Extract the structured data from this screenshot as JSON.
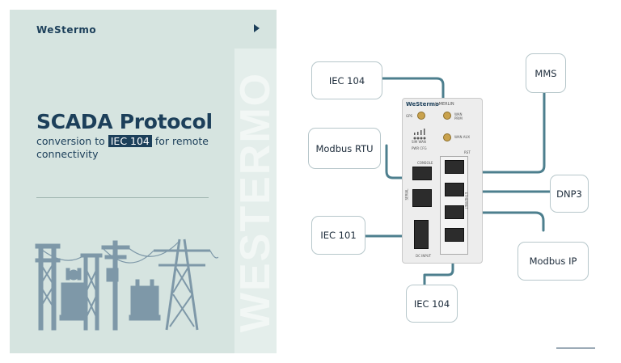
{
  "left_panel": {
    "logo": "WeStermo",
    "watermark": "WESTERMO",
    "title": "SCADA Protocol",
    "subtitle_before": "conversion to ",
    "subtitle_highlight": "IEC 104",
    "subtitle_after": " for remote connectivity"
  },
  "device": {
    "brand": "WeStermo",
    "model": "|•MERLIN",
    "labels": {
      "gps": "GPS",
      "wan_prim": "WAN PRIM",
      "wan_aux": "WAN AUX",
      "sim_wan": "SIM WAN",
      "pwr_cfg": "PWR CFG",
      "rst": "RST",
      "console": "CONSOLE",
      "serial": "SERIAL",
      "ethernet": "ETHERNET",
      "dc_input": "DC INPUT"
    }
  },
  "labels": {
    "iec104_top": "IEC 104",
    "mms": "MMS",
    "modbus_rtu": "Modbus RTU",
    "dnp3": "DNP3",
    "iec101": "IEC 101",
    "modbus_ip": "Modbus IP",
    "iec104_bottom": "IEC 104"
  },
  "colors": {
    "panel": "#d6e4e0",
    "navy": "#1c3f5a",
    "connector": "#4d7f8e"
  }
}
